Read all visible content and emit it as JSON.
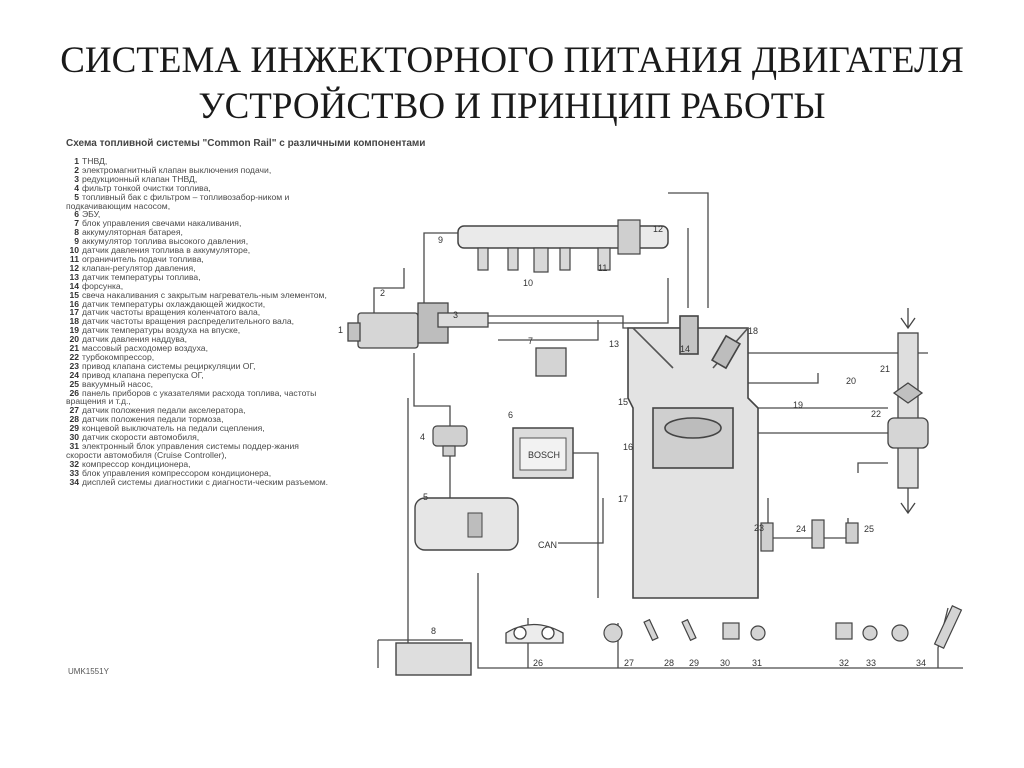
{
  "slide": {
    "title_line1": "СИСТЕМА ИНЖЕКТОРНОГО ПИТАНИЯ ДВИГАТЕЛЯ",
    "title_line2": "УСТРОЙСТВО И ПРИНЦИП РАБОТЫ"
  },
  "scheme": {
    "heading": "Схема топливной системы \"Common Rail\" с различными компонентами",
    "code": "UMK1551Y",
    "can_label": "CAN",
    "ecu_brand": "BOSCH",
    "legend": [
      {
        "num": "1",
        "text": "ТНВД,"
      },
      {
        "num": "2",
        "text": "электромагнитный клапан выключения подачи,"
      },
      {
        "num": "3",
        "text": "редукционный клапан ТНВД,"
      },
      {
        "num": "4",
        "text": "фильтр тонкой очистки топлива,"
      },
      {
        "num": "5",
        "text": "топливный бак с фильтром – топливозабор-ником и подкачивающим насосом,"
      },
      {
        "num": "6",
        "text": "ЭБУ,"
      },
      {
        "num": "7",
        "text": "блок управления свечами накаливания,"
      },
      {
        "num": "8",
        "text": "аккумуляторная батарея,"
      },
      {
        "num": "9",
        "text": "аккумулятор топлива высокого давления,"
      },
      {
        "num": "10",
        "text": "датчик давления топлива в аккумуляторе,"
      },
      {
        "num": "11",
        "text": "ограничитель подачи топлива,"
      },
      {
        "num": "12",
        "text": "клапан-регулятор давления,"
      },
      {
        "num": "13",
        "text": "датчик температуры топлива,"
      },
      {
        "num": "14",
        "text": "форсунка,"
      },
      {
        "num": "15",
        "text": "свеча накаливания с закрытым нагреватель-ным элементом,"
      },
      {
        "num": "16",
        "text": "датчик температуры охлаждающей жидкости,"
      },
      {
        "num": "17",
        "text": "датчик частоты вращения коленчатого вала,"
      },
      {
        "num": "18",
        "text": "датчик частоты вращения распределительного вала,"
      },
      {
        "num": "19",
        "text": "датчик температуры воздуха на впуске,"
      },
      {
        "num": "20",
        "text": "датчик давления наддува,"
      },
      {
        "num": "21",
        "text": "массовый расходомер воздуха,"
      },
      {
        "num": "22",
        "text": "турбокомпрессор,"
      },
      {
        "num": "23",
        "text": "привод клапана системы рециркуляции ОГ,"
      },
      {
        "num": "24",
        "text": "привод клапана перепуска ОГ,"
      },
      {
        "num": "25",
        "text": "вакуумный насос,"
      },
      {
        "num": "26",
        "text": "панель приборов с указателями расхода топлива, частоты вращения и т.д.,"
      },
      {
        "num": "27",
        "text": "датчик положения педали акселератора,"
      },
      {
        "num": "28",
        "text": "датчик положения педали тормоза,"
      },
      {
        "num": "29",
        "text": "концевой выключатель на педали сцепления,"
      },
      {
        "num": "30",
        "text": "датчик скорости автомобиля,"
      },
      {
        "num": "31",
        "text": "электронный блок управления системы поддер-жания скорости автомобиля (Cruise Controller),"
      },
      {
        "num": "32",
        "text": "компрессор кондиционера,"
      },
      {
        "num": "33",
        "text": "блок управления компрессором кондиционера,"
      },
      {
        "num": "34",
        "text": "дисплей системы диагностики с диагности-ческим разъемом."
      }
    ],
    "callouts": [
      "1",
      "2",
      "3",
      "4",
      "5",
      "6",
      "7",
      "8",
      "9",
      "10",
      "11",
      "12",
      "13",
      "14",
      "15",
      "16",
      "17",
      "18",
      "19",
      "20",
      "21",
      "22",
      "23",
      "24",
      "25",
      "26",
      "27",
      "28",
      "29",
      "30",
      "31",
      "32",
      "33",
      "34"
    ]
  }
}
